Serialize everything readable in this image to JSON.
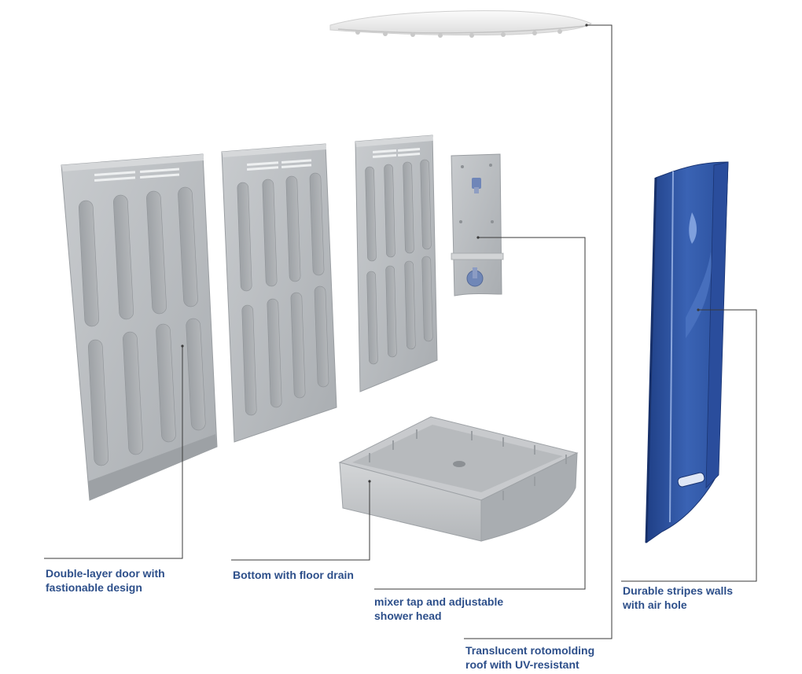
{
  "labels": {
    "door": {
      "line1": "Double-layer door with",
      "line2": "fastionable design"
    },
    "bottom": {
      "line1": "Bottom with floor drain"
    },
    "mixer": {
      "line1": "mixer tap and adjustable",
      "line2": "shower head"
    },
    "roof": {
      "line1": "Translucent rotomolding",
      "line2": "roof with UV-resistant"
    },
    "wall": {
      "line1": "Durable stripes walls",
      "line2": "with air hole"
    }
  },
  "colors": {
    "label_text": "#2d4f8a",
    "leader_line": "#3a3a3a",
    "panel_grey": "#b9bcbf",
    "wall_blue": "#2f58a8"
  }
}
